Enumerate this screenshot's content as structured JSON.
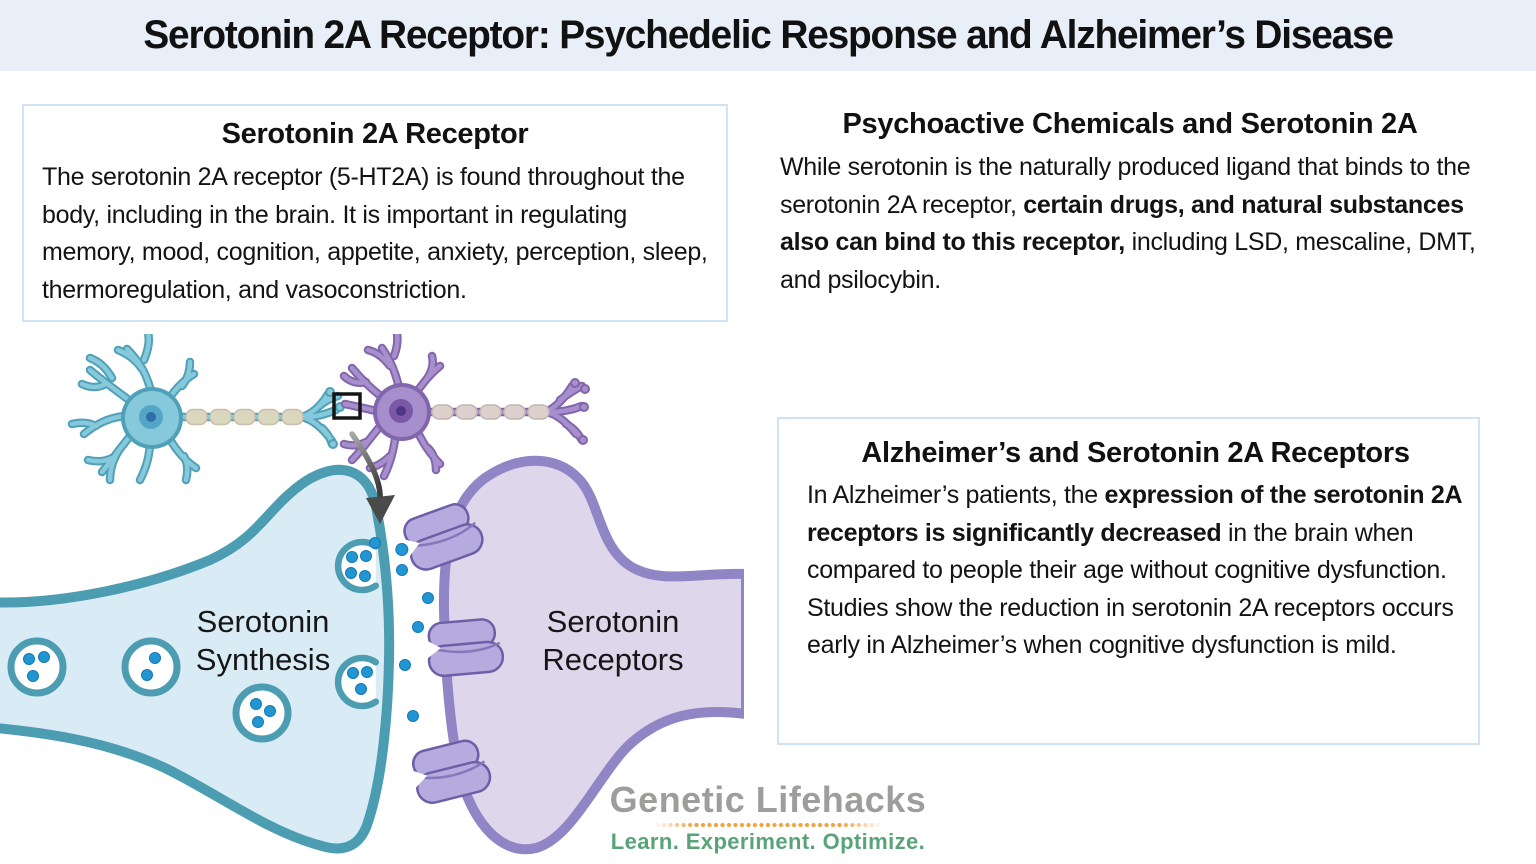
{
  "header": {
    "title": "Serotonin 2A Receptor: Psychedelic Response and Alzheimer’s Disease"
  },
  "receptor_box": {
    "heading": "Serotonin 2A Receptor",
    "body": "The serotonin 2A receptor (5-HT2A) is found throughout the body, including in the brain. It is important in regulating memory, mood, cognition, appetite, anxiety, perception, sleep, thermoregulation, and vasoconstriction."
  },
  "psychoactive_block": {
    "heading": "Psychoactive Chemicals and Serotonin 2A",
    "segments": [
      {
        "t": "While serotonin is the naturally produced ligand that binds to the serotonin 2A receptor, ",
        "b": false
      },
      {
        "t": "certain drugs, and natural substances also can bind to this receptor,",
        "b": true
      },
      {
        "t": " including  LSD, mescaline, DMT, and psilocybin.",
        "b": false
      }
    ]
  },
  "alzheimers_box": {
    "heading": "Alzheimer’s and Serotonin 2A Receptors",
    "para1": [
      {
        "t": "In Alzheimer’s patients, the ",
        "b": false
      },
      {
        "t": "expression of the serotonin 2A receptors is significantly decreased",
        "b": true
      },
      {
        "t": " in the brain when compared to people their age without cognitive dysfunction.",
        "b": false
      }
    ],
    "para2": "Studies show the reduction in serotonin 2A receptors occurs early in Alzheimer’s when cognitive dysfunction is mild."
  },
  "diagram": {
    "synthesis_label_line1": "Serotonin",
    "synthesis_label_line2": "Synthesis",
    "receptors_label_line1": "Serotonin",
    "receptors_label_line2": "Receptors"
  },
  "logo": {
    "name": "Genetic Lifehacks",
    "tagline": "Learn. Experiment. Optimize."
  },
  "colors": {
    "header-bg": "#e9eff9",
    "box-border": "#cfe2f6",
    "teal-outline": "#4d9db2",
    "teal-fill": "#d9ecf6",
    "neuron-teal-dark": "#4fa0b8",
    "neuron-teal-light": "#86c9db",
    "purple-outline": "#9186c5",
    "purple-fill": "#ded7eb",
    "neuron-purple-dark": "#8266ab",
    "neuron-purple-light": "#a78fce",
    "receptor-fill": "#b5abde",
    "receptor-outline": "#6c5fa7",
    "receptor-seam": "#8478bb",
    "dot-blue": "#2196d3",
    "myelin-fill": "#dbd6c0",
    "myelin-stroke": "#c7c0a6",
    "arrow": "#4a4a4a",
    "logo-gray": "#9d9d9b",
    "logo-green": "#58a478",
    "logo-orange": "#f0a23e"
  }
}
